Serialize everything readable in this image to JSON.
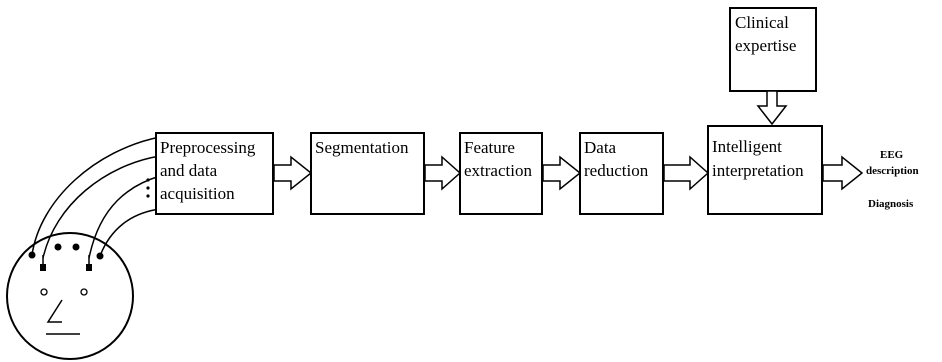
{
  "diagram": {
    "boxes": {
      "clinical": [
        "Clinical",
        "expertise"
      ],
      "preprocessing": [
        "Preprocessing",
        "and data",
        "acquisition"
      ],
      "segmentation": [
        "Segmentation"
      ],
      "feature": [
        "Feature",
        "extraction"
      ],
      "reduction": [
        "Data",
        "reduction"
      ],
      "interpretation": [
        "Intelligent",
        "interpretation"
      ]
    },
    "outputs": {
      "description": [
        "EEG",
        "description"
      ],
      "diagnosis": "Diagnosis"
    }
  }
}
